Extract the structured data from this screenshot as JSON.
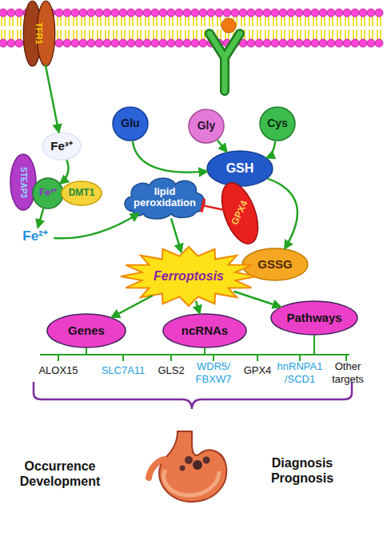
{
  "diagram": {
    "nodes": [
      {
        "text": [
          "TFR1"
        ]
      },
      {
        "text": [
          "Fe³⁺"
        ]
      },
      {
        "text": [
          "STEAP3"
        ]
      },
      {
        "text": [
          "Fe²⁺"
        ]
      },
      {
        "text": [
          "DMT1"
        ]
      },
      {
        "text": [
          "Fe²⁺"
        ]
      },
      {
        "text": [
          "Glu"
        ]
      },
      {
        "text": [
          "Gly"
        ]
      },
      {
        "text": [
          "Cys"
        ]
      },
      {
        "text": [
          "GSH"
        ]
      },
      {
        "text": [
          "GPX4"
        ]
      },
      {
        "text": [
          "GSSG"
        ]
      },
      {
        "text": [
          "lipid peroxidation"
        ]
      },
      {
        "text": [
          "Ferroptosis"
        ]
      },
      {
        "text": [
          "Genes"
        ]
      },
      {
        "text": [
          "ncRNAs"
        ]
      },
      {
        "text": [
          "Pathways"
        ]
      }
    ],
    "edges": [
      {
        "from": 0,
        "to": 1,
        "arrow": "to"
      },
      {
        "from": 1,
        "to": 3,
        "arrow": "to"
      },
      {
        "from": 3,
        "to": 5,
        "arrow": "to"
      },
      {
        "from": 5,
        "to": 12,
        "arrow": "to"
      },
      {
        "from": 6,
        "to": 9,
        "arrow": "to"
      },
      {
        "from": 7,
        "to": 9,
        "arrow": "to"
      },
      {
        "from": 8,
        "to": 9,
        "arrow": "to"
      },
      {
        "from": 9,
        "to": 11,
        "arrow": "to"
      },
      {
        "from": 10,
        "to": 12,
        "arrow": "to"
      },
      {
        "from": 12,
        "to": 13,
        "arrow": "to"
      },
      {
        "from": 13,
        "to": 14,
        "arrow": "to"
      },
      {
        "from": 13,
        "to": 15,
        "arrow": "to"
      },
      {
        "from": 13,
        "to": 16,
        "arrow": "to"
      }
    ],
    "labels": [
      "ALOX15",
      "SLC7A11",
      "GLS2",
      "WDR5/ FBXW7",
      "GPX4",
      "hnRNPA1 /SCD1",
      "Other targets",
      "Occurrence Development",
      "Diagnosis Prognosis"
    ]
  }
}
